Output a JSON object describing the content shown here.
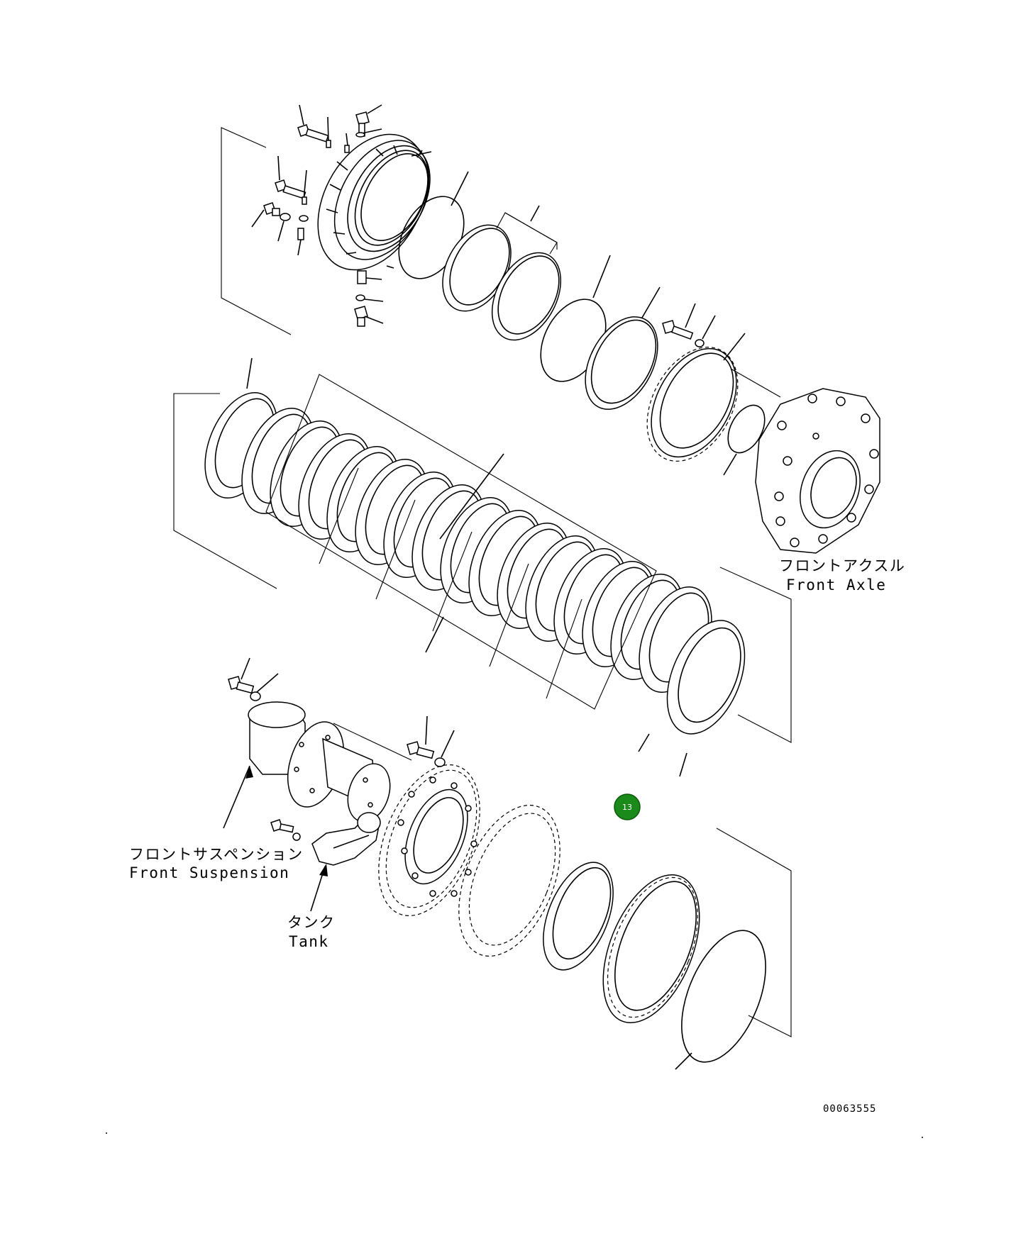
{
  "labels": {
    "front_axle_jp": "フロントアクスル",
    "front_axle_en": "Front Axle",
    "front_suspension_jp": "フロントサスペンション",
    "front_suspension_en": "Front Suspension",
    "tank_jp": "タンク",
    "tank_en": "Tank"
  },
  "drawing_number": "00063555",
  "callout": {
    "number": "13",
    "color": "#1a8a1a"
  }
}
